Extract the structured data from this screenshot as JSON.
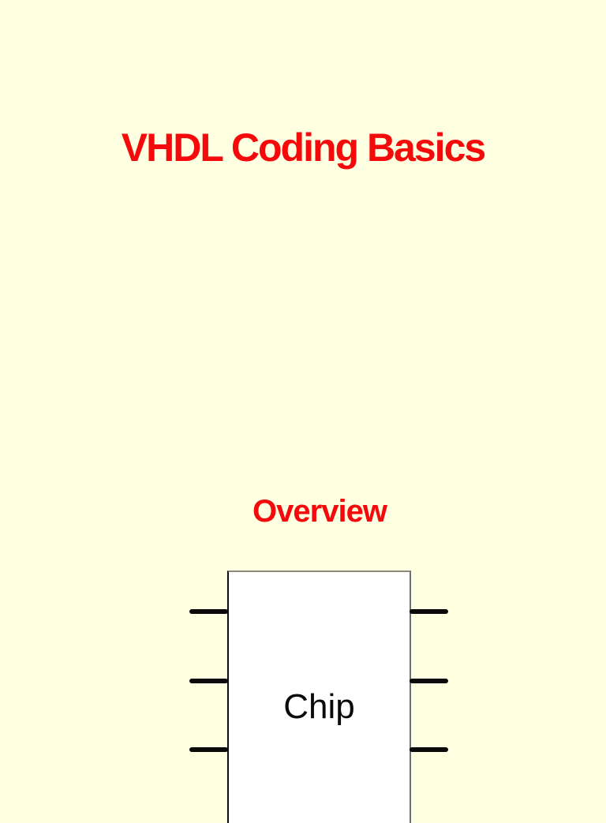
{
  "page": {
    "background_color": "#FFFFE1",
    "accent_color": "#F40A0A"
  },
  "slide": {
    "title": "VHDL Coding Basics",
    "section_heading": "Overview"
  },
  "diagram": {
    "chip_label": "Chip",
    "chip_fill": "#FFFFFF",
    "pin_color": "#0A0A0A",
    "left_pin_count": 3,
    "right_pin_count": 3
  }
}
